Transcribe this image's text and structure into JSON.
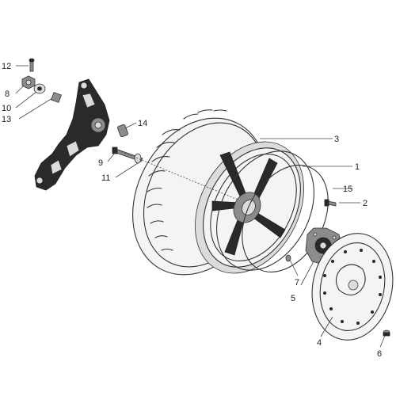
{
  "callouts": [
    {
      "id": "12",
      "label": "12"
    },
    {
      "id": "8",
      "label": "8"
    },
    {
      "id": "10",
      "label": "10"
    },
    {
      "id": "13",
      "label": "13"
    },
    {
      "id": "14",
      "label": "14"
    },
    {
      "id": "9",
      "label": "9"
    },
    {
      "id": "11",
      "label": "11"
    },
    {
      "id": "3",
      "label": "3"
    },
    {
      "id": "1",
      "label": "1"
    },
    {
      "id": "15",
      "label": "15"
    },
    {
      "id": "2",
      "label": "2"
    },
    {
      "id": "7",
      "label": "7"
    },
    {
      "id": "5",
      "label": "5"
    },
    {
      "id": "4",
      "label": "4"
    },
    {
      "id": "6",
      "label": "6"
    }
  ]
}
